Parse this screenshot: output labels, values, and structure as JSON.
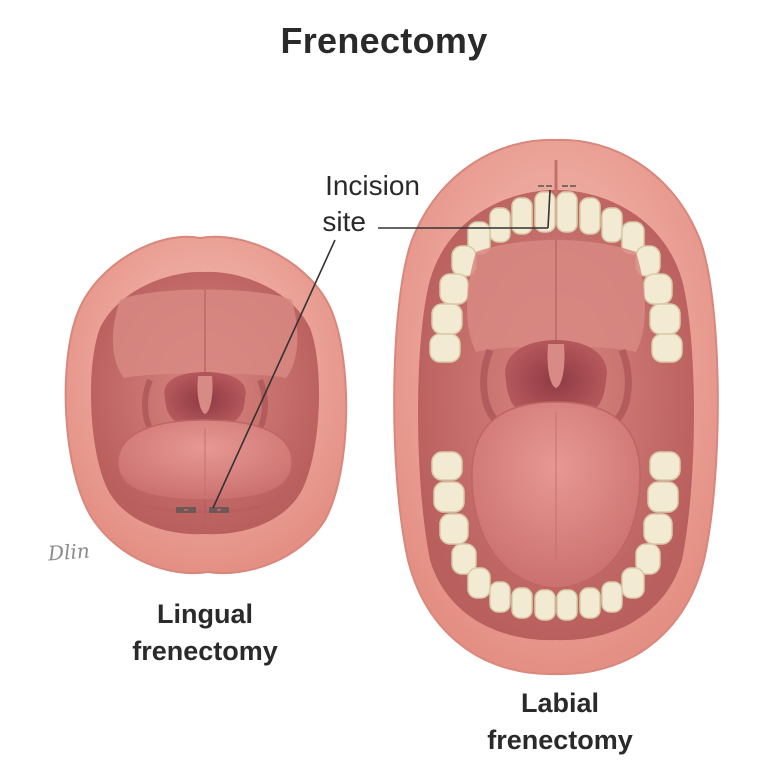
{
  "title": "Frenectomy",
  "callout": {
    "line1": "Incision",
    "line2": "site"
  },
  "figures": [
    {
      "caption_line1": "Lingual",
      "caption_line2": "frenectomy"
    },
    {
      "caption_line1": "Labial",
      "caption_line2": "frenectomy"
    }
  ],
  "signature": "Dlin",
  "colors": {
    "lip": "#e99c90",
    "lip_highlight": "#f6c3b7",
    "lip_edge": "#d9877c",
    "mouth_interior": "#c9706c",
    "palate": "#d88882",
    "throat": "#a94c52",
    "tongue": "#d87f7c",
    "tooth": "#f3ead3",
    "tooth_shadow": "#d9cba8",
    "leader_line": "#333333"
  }
}
